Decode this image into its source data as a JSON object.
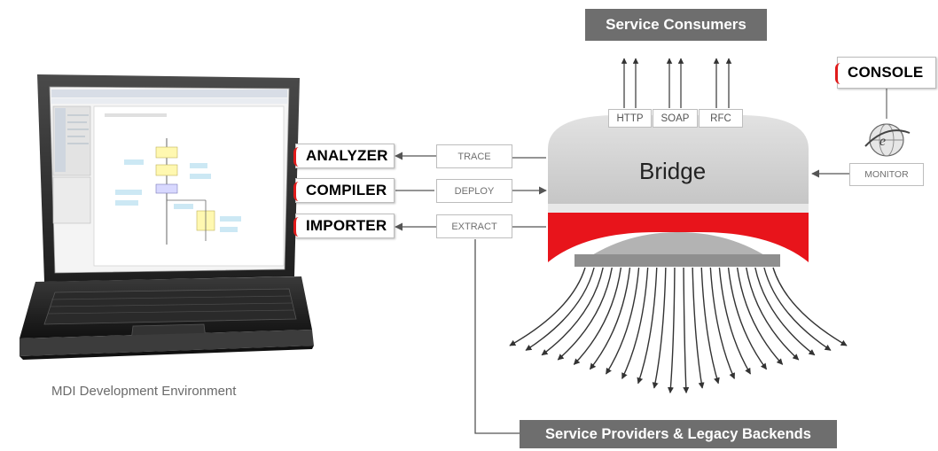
{
  "diagram": {
    "top_banner": "Service Consumers",
    "bottom_banner": "Service Providers & Legacy Backends",
    "console_label": "CONSOLE",
    "monitor_label": "MONITOR",
    "bridge_label": "Bridge",
    "protocols": [
      "HTTP",
      "SOAP",
      "RFC"
    ],
    "tools": [
      "ANALYZER",
      "COMPILER",
      "IMPORTER"
    ],
    "operations": [
      "TRACE",
      "DEPLOY",
      "EXTRACT"
    ],
    "environment_caption": "MDI Development Environment"
  },
  "colors": {
    "accent_red": "#e8141b",
    "banner_gray": "#6e6e6e",
    "bridge_gray": "#d3d3d3"
  },
  "icons": [
    "laptop-icon",
    "monitor-globe-icon",
    "arrow-icon"
  ]
}
